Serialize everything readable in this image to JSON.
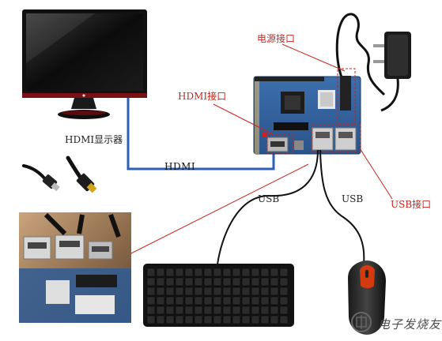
{
  "labels": {
    "hdmi_display": "HDMI显示器",
    "hdmi_cable": "HDMI",
    "power_port": "电源接口",
    "hdmi_port": "HDMI接口",
    "usb_port": "USB接口",
    "usb_keyboard": "USB",
    "usb_mouse": "USB",
    "watermark": "电子发烧友"
  },
  "colors": {
    "annotation_red": "#c8261e",
    "hdmi_cable_blue": "#2c5fb8",
    "board_blue": "#2f5f9a"
  },
  "icons": {
    "watermark_logo": "electronics-fans-logo-icon"
  }
}
